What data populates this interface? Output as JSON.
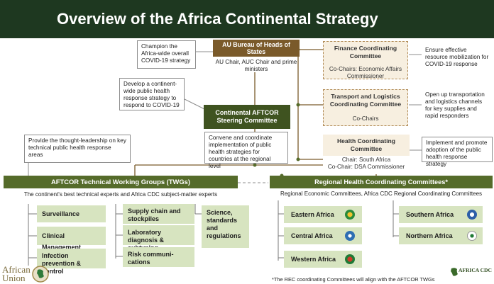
{
  "title": "Overview of the Africa Continental Strategy",
  "au_bureau": {
    "title": "AU Bureau of Heads of States",
    "subtitle": "AU Chair, AUC Chair and prime ministers",
    "callout": "Champion the Africa-wide overall COVID-19 strategy"
  },
  "steering": {
    "title": "Continental AFTCOR Steering Committee",
    "callout_left": "Develop a continent-wide public health response strategy to respond to COVID-19",
    "callout_below": "Convene and coordinate implementation of public health strategies for countries at the regional level"
  },
  "committees": [
    {
      "title": "Finance Coordinating Committee",
      "body": "Co-Chairs: Economic Affairs Commissioner",
      "note": "Ensure effective resource mobilization for COVID-19 response"
    },
    {
      "title": "Transport and Logistics Coordinating Committee",
      "body": "Co-Chairs",
      "note": "Open up transportation and logistics channels for key supplies and rapid responders"
    },
    {
      "title": "Health Coordinating Committee",
      "body": "Chair: South Africa\nCo-Chair: DSA Commissioner",
      "note": "Implement and promote adoption of the public health response strategy"
    }
  ],
  "twg": {
    "title": "AFTCOR Technical Working Groups (TWGs)",
    "subtitle": "The continent's best technical experts and Africa CDC subject-matter experts",
    "callout": "Provide the thought-leadership on key technical public health response areas",
    "groups": [
      "Surveillance",
      "Clinical Management",
      "Infection prevention & control",
      "Supply chain and stockpiles",
      "Laboratory diagnosis & subtyping",
      "Risk communi-cations",
      "Science, standards and regulations"
    ]
  },
  "regional": {
    "title": "Regional Health Coordinating Committees*",
    "subtitle": "Regional Economic Committees, Africa CDC Regional Coordinating Committees",
    "regions": [
      "Eastern Africa",
      "Central Africa",
      "Western Africa",
      "Southern Africa",
      "Northern Africa"
    ]
  },
  "footnote": "*The REC coordinating Committees will align with the AFTCOR TWGs",
  "logos": {
    "au": "African Union",
    "cdc": "AFRICA CDC"
  },
  "colors": {
    "title_bar": "#1e3820",
    "dark_green": "#556b2a",
    "light_green": "#d7e4c0",
    "bureau_brown": "#7a5a2a",
    "committee_fill": "#f7efe0",
    "connector": "#7a5a2a"
  }
}
